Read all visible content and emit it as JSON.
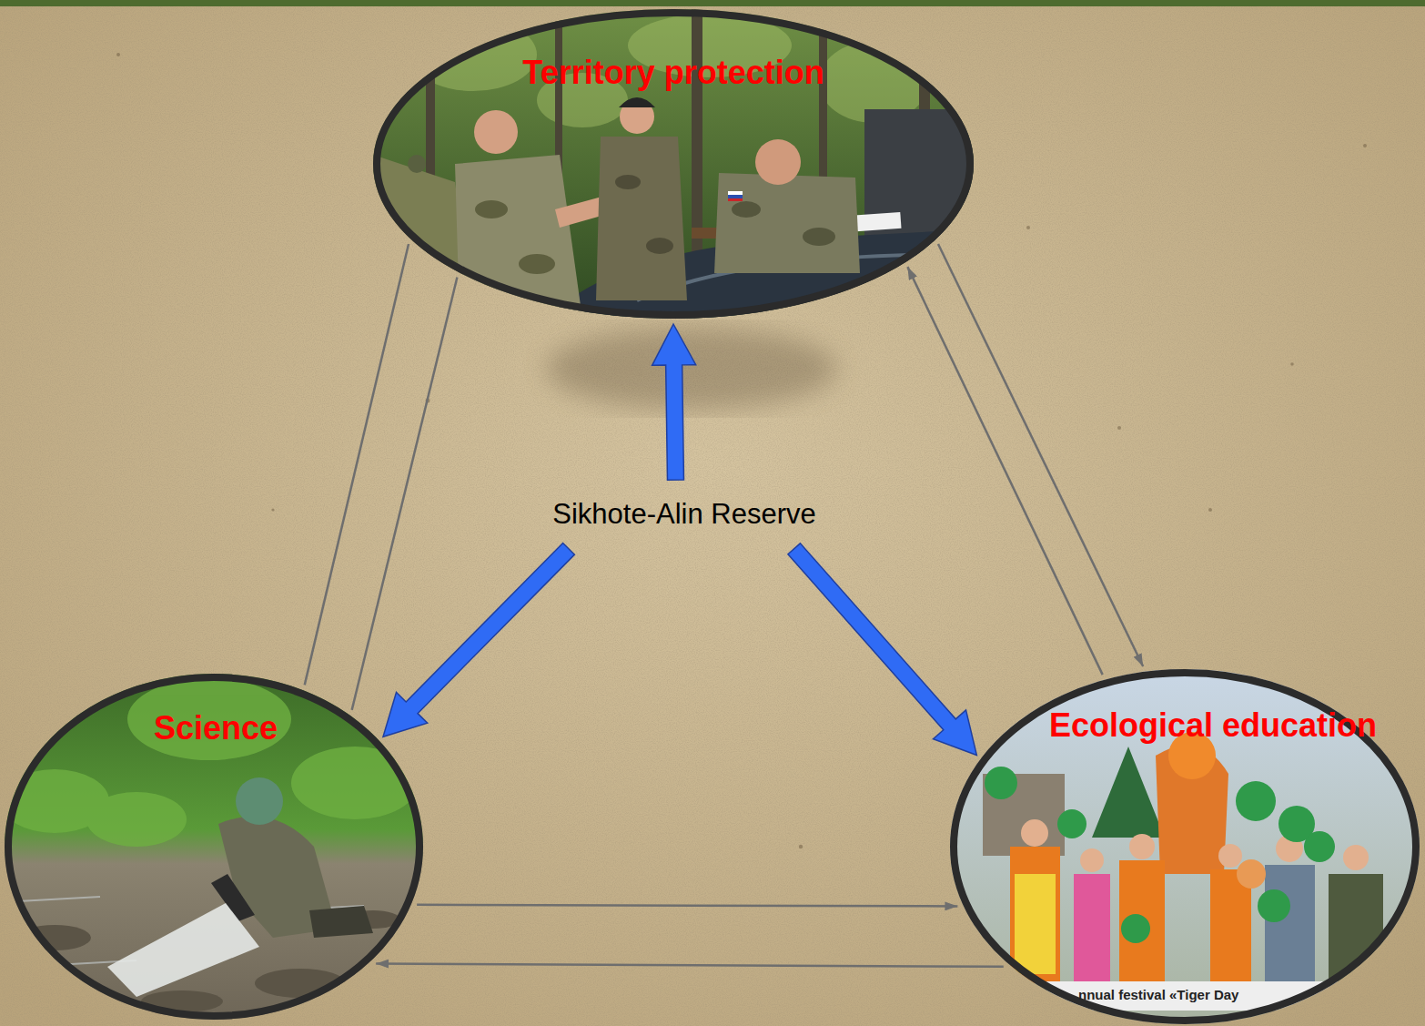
{
  "diagram": {
    "nodes": [
      {
        "text": [
          "Sikhote-Alin Reserve"
        ]
      },
      {
        "text": [
          "Territory protection"
        ]
      },
      {
        "text": [
          "Science"
        ]
      },
      {
        "text": [
          "Ecological education"
        ]
      }
    ],
    "edges": [
      {
        "from": 0,
        "to": 1,
        "arrow": "to"
      },
      {
        "from": 0,
        "to": 2,
        "arrow": "to"
      },
      {
        "from": 0,
        "to": 3,
        "arrow": "to"
      },
      {
        "from": 1,
        "to": 2,
        "arrow": "none"
      },
      {
        "from": 2,
        "to": 1,
        "arrow": "none"
      },
      {
        "from": 1,
        "to": 3,
        "arrow": "to"
      },
      {
        "from": 3,
        "to": 1,
        "arrow": "to"
      },
      {
        "from": 2,
        "to": 3,
        "arrow": "to"
      },
      {
        "from": 3,
        "to": 2,
        "arrow": "to"
      }
    ],
    "labels": [
      "nnual festival «Tiger Day"
    ]
  }
}
